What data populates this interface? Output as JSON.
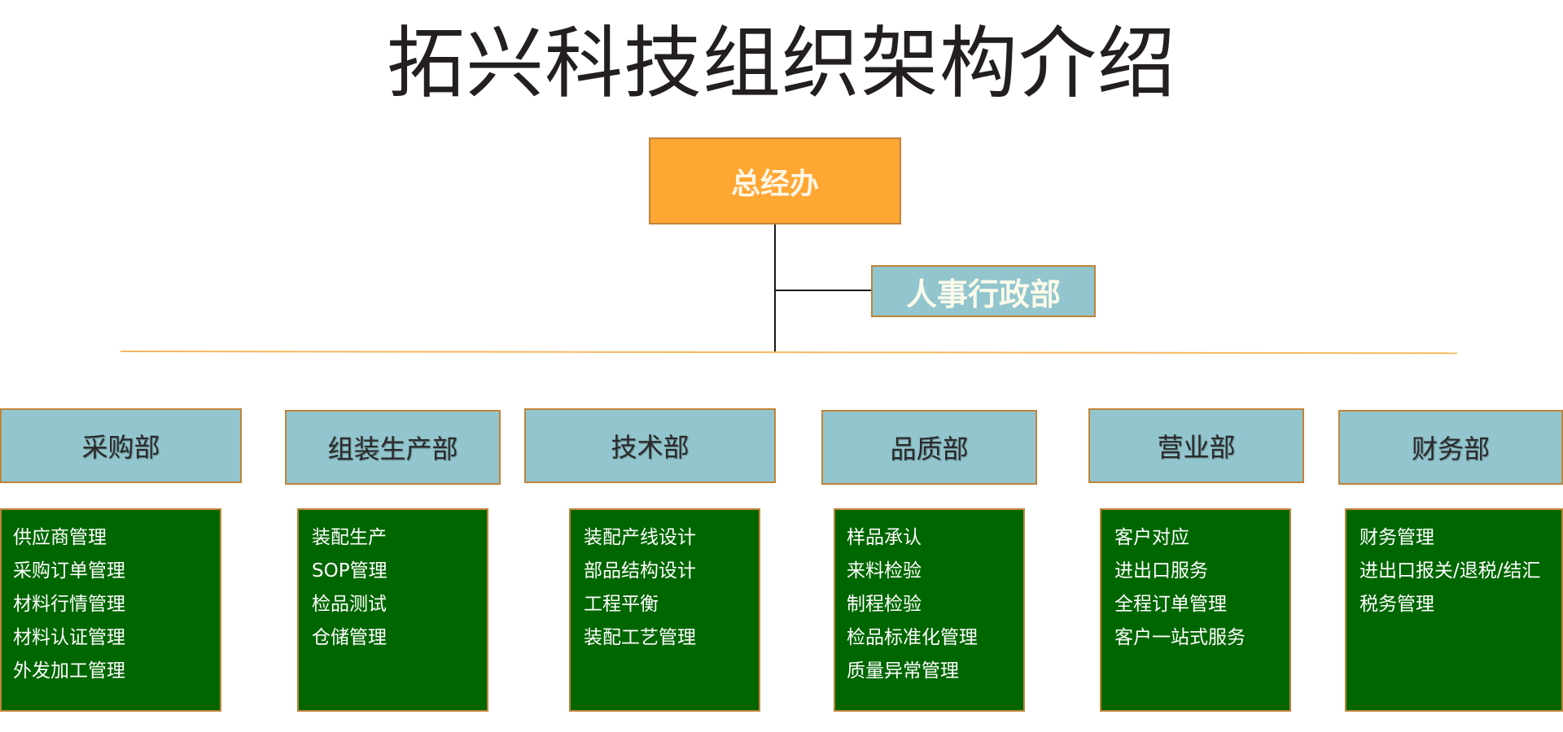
{
  "title": "拓兴科技组织架构介绍",
  "general_office": "总经办",
  "hr_admin": "人事行政部",
  "departments": [
    {
      "name": "采购部",
      "duties": [
        "供应商管理",
        "采购订单管理",
        "材料行情管理",
        "材料认证管理",
        "外发加工管理"
      ]
    },
    {
      "name": "组装生产部",
      "duties": [
        "装配生产",
        "SOP管理",
        "检品测试",
        "仓储管理"
      ]
    },
    {
      "name": "技术部",
      "duties": [
        "装配产线设计",
        "部品结构设计",
        "工程平衡",
        "装配工艺管理"
      ]
    },
    {
      "name": "品质部",
      "duties": [
        "样品承认",
        "来料检验",
        "制程检验",
        "检品标准化管理",
        "质量异常管理"
      ]
    },
    {
      "name": "营业部",
      "duties": [
        "客户对应",
        "进出口服务",
        "全程订单管理",
        "客户一站式服务"
      ]
    },
    {
      "name": "财务部",
      "duties": [
        "财务管理",
        "进出口报关/退税/结汇",
        "税务管理"
      ]
    }
  ],
  "colors": {
    "general_office_fill": "#ffa633",
    "department_fill": "#92c5cd",
    "duty_fill": "#006600",
    "border": "#c0843a",
    "divider": "#f4b860"
  }
}
